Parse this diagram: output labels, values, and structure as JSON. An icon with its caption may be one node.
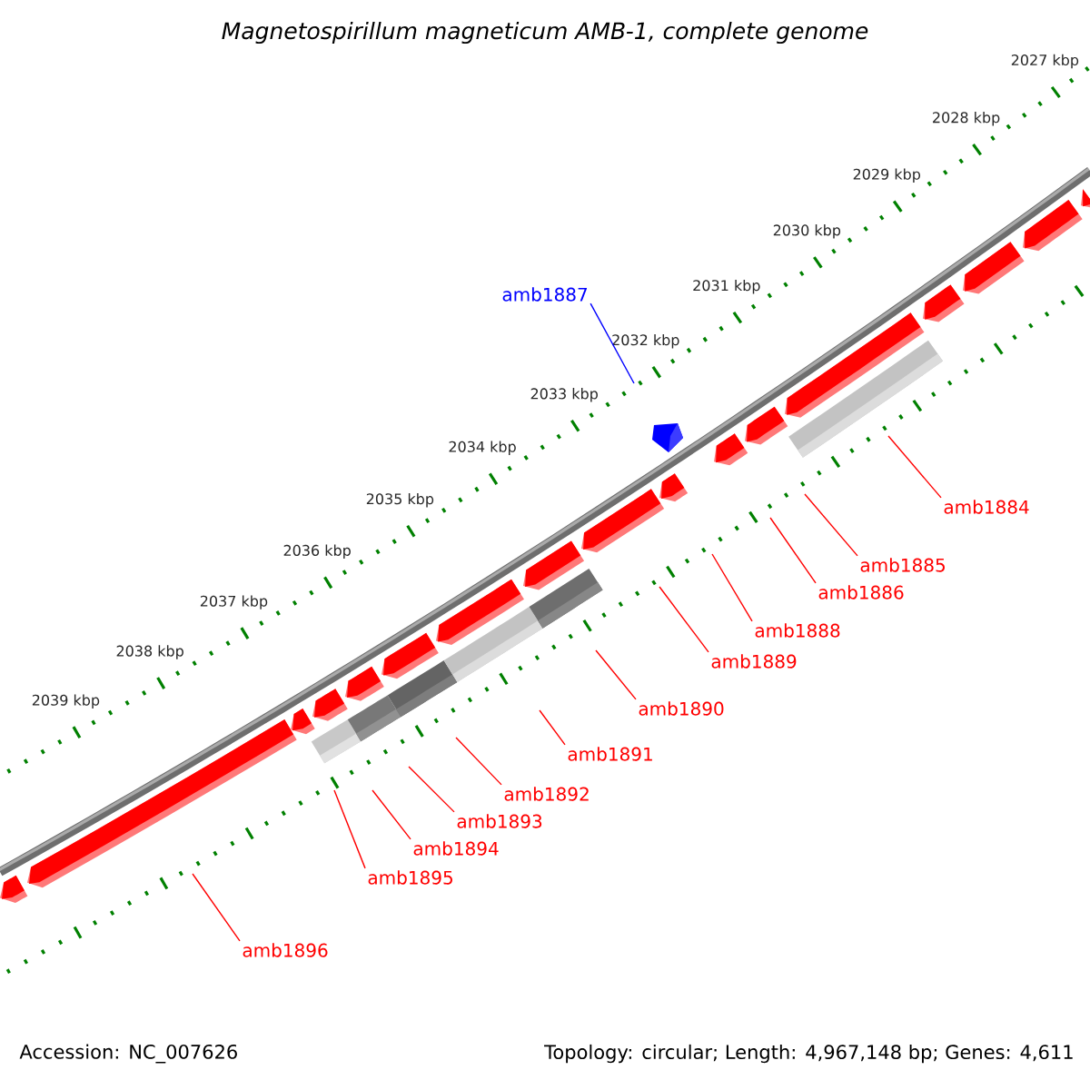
{
  "diagram": {
    "title": "Magnetospirillum magneticum AMB-1, complete genome",
    "nodes": [
      {
        "text": [
          "amb1887"
        ]
      },
      {
        "text": [
          "amb1884"
        ]
      },
      {
        "text": [
          "amb1885"
        ]
      },
      {
        "text": [
          "amb1886"
        ]
      },
      {
        "text": [
          "amb1888"
        ]
      },
      {
        "text": [
          "amb1889"
        ]
      },
      {
        "text": [
          "amb1890"
        ]
      },
      {
        "text": [
          "amb1891"
        ]
      },
      {
        "text": [
          "amb1892"
        ]
      },
      {
        "text": [
          "amb1893"
        ]
      },
      {
        "text": [
          "amb1894"
        ]
      },
      {
        "text": [
          "amb1895"
        ]
      },
      {
        "text": [
          "amb1896"
        ]
      }
    ],
    "edges": [
      {
        "from": 0,
        "to": null,
        "arrow": "none",
        "color": "#0000ff"
      },
      {
        "from": 1,
        "to": null,
        "arrow": "none"
      },
      {
        "from": 2,
        "to": null,
        "arrow": "none"
      },
      {
        "from": 3,
        "to": null,
        "arrow": "none"
      },
      {
        "from": 4,
        "to": null,
        "arrow": "none"
      },
      {
        "from": 5,
        "to": null,
        "arrow": "none"
      },
      {
        "from": 6,
        "to": null,
        "arrow": "none"
      },
      {
        "from": 7,
        "to": null,
        "arrow": "none"
      },
      {
        "from": 8,
        "to": null,
        "arrow": "none"
      },
      {
        "from": 9,
        "to": null,
        "arrow": "none"
      },
      {
        "from": 10,
        "to": null,
        "arrow": "none"
      },
      {
        "from": 11,
        "to": null,
        "arrow": "none"
      },
      {
        "from": 12,
        "to": null,
        "arrow": "none"
      }
    ],
    "labels": [
      "2027 kbp",
      "2028 kbp",
      "2029 kbp",
      "2030 kbp",
      "2031 kbp",
      "2032 kbp",
      "2033 kbp",
      "2034 kbp",
      "2035 kbp",
      "2036 kbp",
      "2037 kbp",
      "2038 kbp",
      "2039 kbp",
      "Accession: NC_007626",
      "Topology: circular; Length: 4,967,148 bp; Genes: 4,611"
    ]
  }
}
